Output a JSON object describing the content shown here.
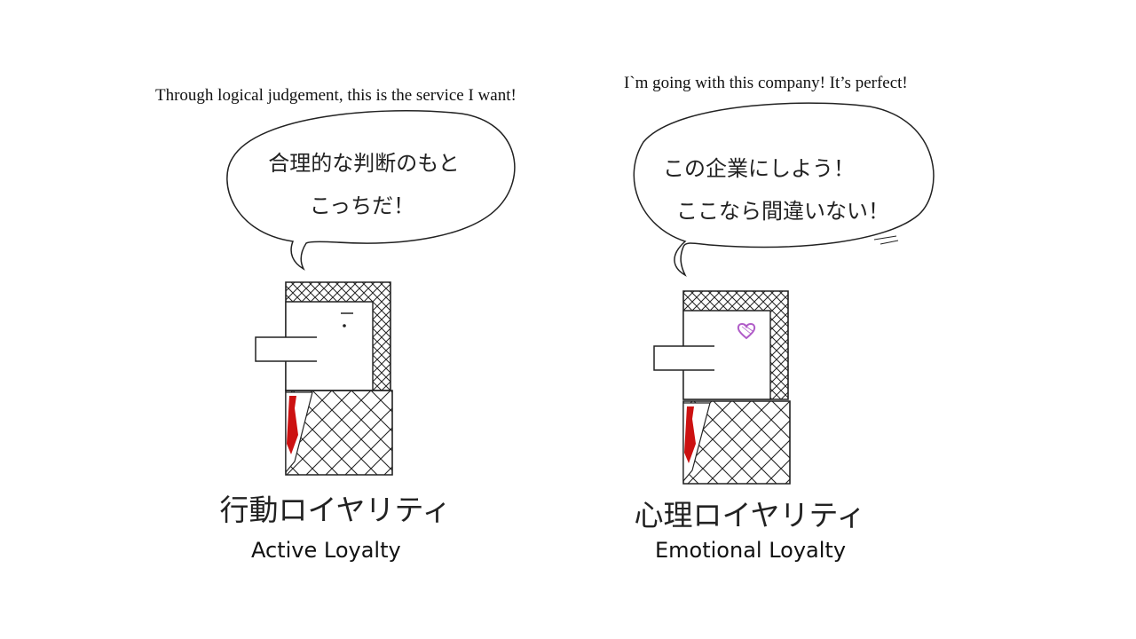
{
  "left_panel": {
    "caption_en": "Through logical judgement, this is the service I want!",
    "bubble_line1": "合理的な判断のもと",
    "bubble_line2": "こっちだ！",
    "label_jp": "行動ロイヤリティ",
    "label_en": "Active Loyalty"
  },
  "right_panel": {
    "caption_en": "I`m going with this company! It’s perfect!",
    "bubble_line1": "この企業にしよう！",
    "bubble_line2": "ここなら間違いない！",
    "label_jp": "心理ロイヤリティ",
    "label_en": "Emotional Loyalty"
  },
  "colors": {
    "ink": "#222222",
    "tie": "#cc1111",
    "heart": "#b05cc8"
  },
  "icons": {
    "left_face": "neutral-eye-icon",
    "right_face": "heart-eye-icon"
  }
}
